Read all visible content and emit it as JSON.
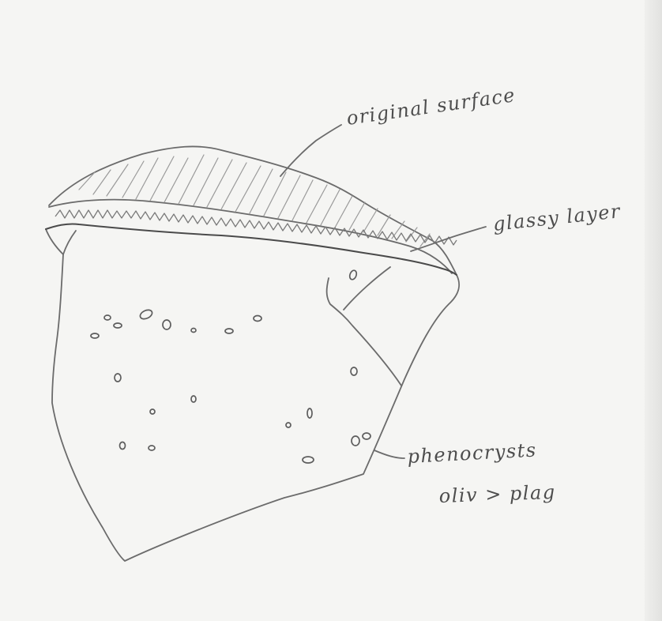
{
  "figure": {
    "kind": "hand-drawn pencil sketch",
    "subject": "rock sample cross-section",
    "ink_color": "#5a5a5a",
    "paper_color": "#f5f5f3"
  },
  "labels": {
    "original_surface": "original surface",
    "glassy_layer": "glassy layer",
    "phenocrysts_line1": "phenocrysts",
    "phenocrysts_line2": "oliv > plag"
  }
}
